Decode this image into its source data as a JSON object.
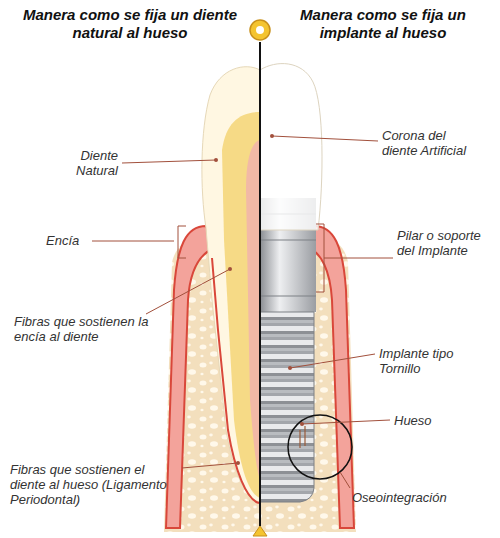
{
  "diagram": {
    "labels": [
      "Manera como se fija un diente natural al hueso",
      "Manera como se fija un implante al hueso",
      "Diente Natural",
      "Encía",
      "Fibras que sostienen la encía al diente",
      "Fibras que sostienen el diente al hueso (Ligamento Periodontal)",
      "Corona del diente Artificial",
      "Pilar o soporte del Implante",
      "Implante tipo Tornillo",
      "Hueso",
      "Oseointegración"
    ]
  }
}
